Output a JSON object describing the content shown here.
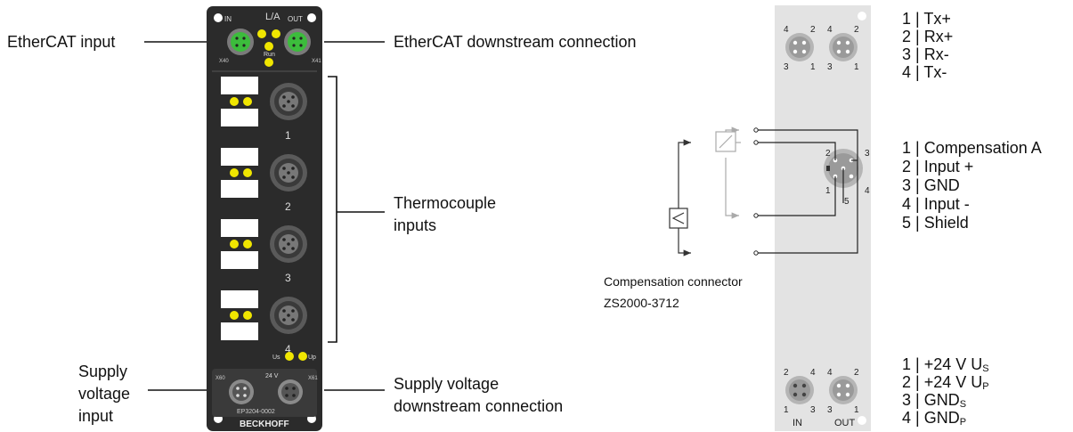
{
  "left_labels": {
    "ethercat_input": "EtherCAT input",
    "ethercat_downstream": "EtherCAT downstream connection",
    "thermocouple_inputs": [
      "Thermocouple",
      "inputs"
    ],
    "supply_voltage_input": [
      "Supply",
      "voltage",
      "input"
    ],
    "supply_voltage_downstream": [
      "Supply voltage",
      "downstream connection"
    ]
  },
  "device": {
    "top_label_in": "IN",
    "top_label_la": "L/A",
    "top_label_out": "OUT",
    "run_label": "Run",
    "x40": "X40",
    "x41": "X41",
    "channel_numbers": [
      "1",
      "2",
      "3",
      "4"
    ],
    "us_label": "Us",
    "up_label": "Up",
    "x60": "X60",
    "x61": "X61",
    "supply_24v": "24 V",
    "model": "EP3204-0002",
    "brand": "BECKHOFF"
  },
  "ethercat_pins": {
    "rows": [
      {
        "num": "1",
        "name": "Tx+"
      },
      {
        "num": "2",
        "name": "Rx+"
      },
      {
        "num": "3",
        "name": "Rx-"
      },
      {
        "num": "4",
        "name": "Tx-"
      }
    ],
    "connector_pin_labels": [
      "4",
      "2",
      "3",
      "1"
    ]
  },
  "thermocouple_pins": {
    "rows": [
      {
        "num": "1",
        "name": "Compensation A"
      },
      {
        "num": "2",
        "name": "Input +"
      },
      {
        "num": "3",
        "name": "GND"
      },
      {
        "num": "4",
        "name": "Input -"
      },
      {
        "num": "5",
        "name": "Shield"
      }
    ],
    "connector_pin_labels": [
      "2",
      "3",
      "1",
      "4",
      "5"
    ]
  },
  "compensation_connector": {
    "line1": "Compensation connector",
    "line2": "ZS2000-3712"
  },
  "power_pins": {
    "rows": [
      {
        "num": "1",
        "name": "+24 V U",
        "sub": "S"
      },
      {
        "num": "2",
        "name": "+24 V U",
        "sub": "P"
      },
      {
        "num": "3",
        "name": "GND",
        "sub": "S"
      },
      {
        "num": "4",
        "name": "GND",
        "sub": "P"
      }
    ],
    "connector_pin_labels": [
      "2",
      "4",
      "1",
      "3"
    ],
    "port_in": "IN",
    "port_out": "OUT"
  },
  "colors": {
    "device_body": "#2b2b2b",
    "led_yellow": "#f0e600",
    "ethercat_green": "#3cbc3c",
    "panel_gray": "#e3e3e3"
  }
}
